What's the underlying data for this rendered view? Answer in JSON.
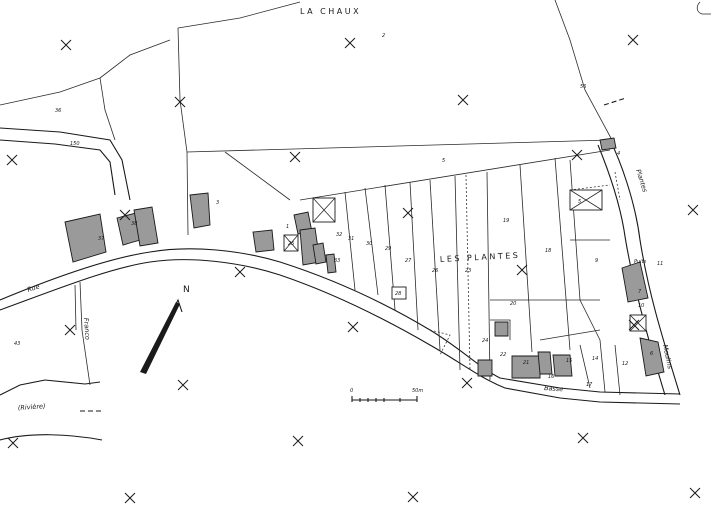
{
  "places": {
    "la_chaux": "LA CHAUX",
    "les_plantes": "LES PLANTES"
  },
  "streets": {
    "rue": "Rue",
    "basse": "Basse",
    "riviere": "(Rivière)",
    "franco": "Franco",
    "plantes": "Plantes",
    "moulins": "Moulins",
    "puits": "Puits"
  },
  "scale": {
    "zero": "0",
    "end": "50m"
  },
  "north": {
    "label": "N"
  },
  "parcels": {
    "p2": "2",
    "p3": "3",
    "p5": "5",
    "p9": "9",
    "p10": "10",
    "p12": "12",
    "p14": "14",
    "p15": "15",
    "p18": "18",
    "p19": "19",
    "p20": "20",
    "p21": "21",
    "p22": "22",
    "p23": "23",
    "p24": "24",
    "p25": "25",
    "p26": "26",
    "p27": "27",
    "p28": "28",
    "p29": "29",
    "p30": "30",
    "p31": "31",
    "p32": "32",
    "p33": "33",
    "p36": "36",
    "p37": "37",
    "p38": "38",
    "p43": "43",
    "p56": "56",
    "p150": "150",
    "p1": "1",
    "p4": "4",
    "p5b": "5",
    "p6": "6",
    "p7": "7",
    "p11": "11",
    "p16": "16",
    "p17": "17"
  }
}
